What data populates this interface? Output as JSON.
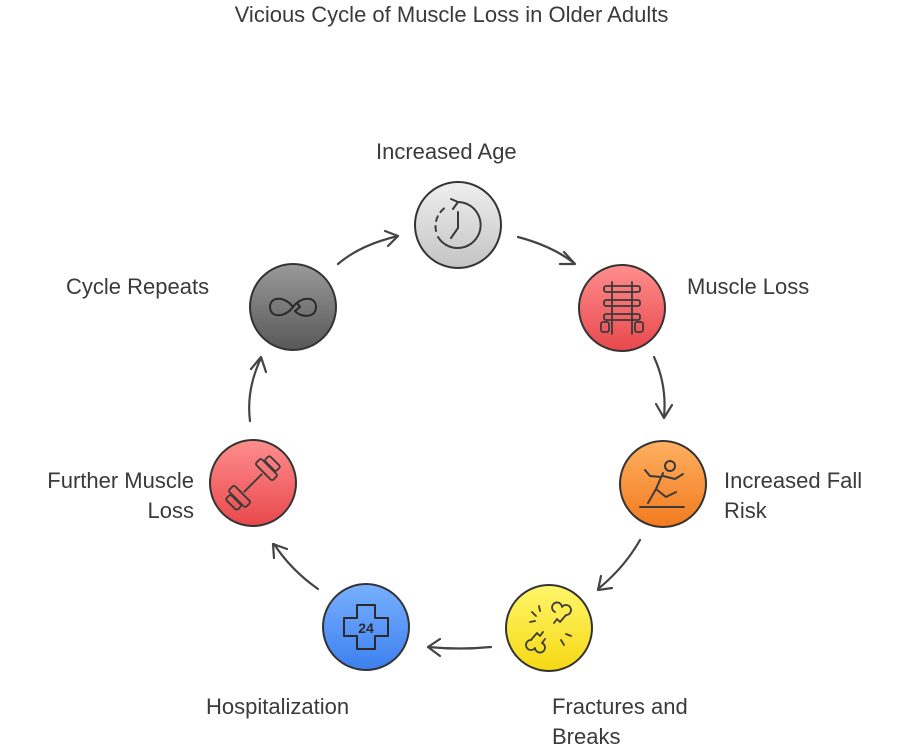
{
  "title": "Vicious Cycle of Muscle Loss in Older Adults",
  "nodes": [
    {
      "id": "increased-age",
      "label": "Increased Age",
      "icon": "clock-reset-icon",
      "color_light": "#efefef",
      "color_dark": "#c4c4c4"
    },
    {
      "id": "muscle-loss",
      "label": "Muscle Loss",
      "icon": "barbell-rack-icon",
      "color_light": "#ff8e8e",
      "color_dark": "#e8484c"
    },
    {
      "id": "increased-fall-risk",
      "label": "Increased Fall Risk",
      "icon": "falling-person-icon",
      "color_light": "#ffb061",
      "color_dark": "#f27a1e"
    },
    {
      "id": "fractures-and-breaks",
      "label": "Fractures and Breaks",
      "icon": "broken-bone-icon",
      "color_light": "#fff56a",
      "color_dark": "#f5d914"
    },
    {
      "id": "hospitalization",
      "label": "Hospitalization",
      "icon": "hospital-24-icon",
      "icon_text": "24",
      "color_light": "#78b0ff",
      "color_dark": "#3d80ef"
    },
    {
      "id": "further-muscle-loss",
      "label": "Further Muscle Loss",
      "icon": "dumbbell-icon",
      "color_light": "#ff8e8e",
      "color_dark": "#e8484c"
    },
    {
      "id": "cycle-repeats",
      "label": "Cycle Repeats",
      "icon": "loop-icon",
      "color_light": "#9a9a9a",
      "color_dark": "#585858"
    }
  ]
}
